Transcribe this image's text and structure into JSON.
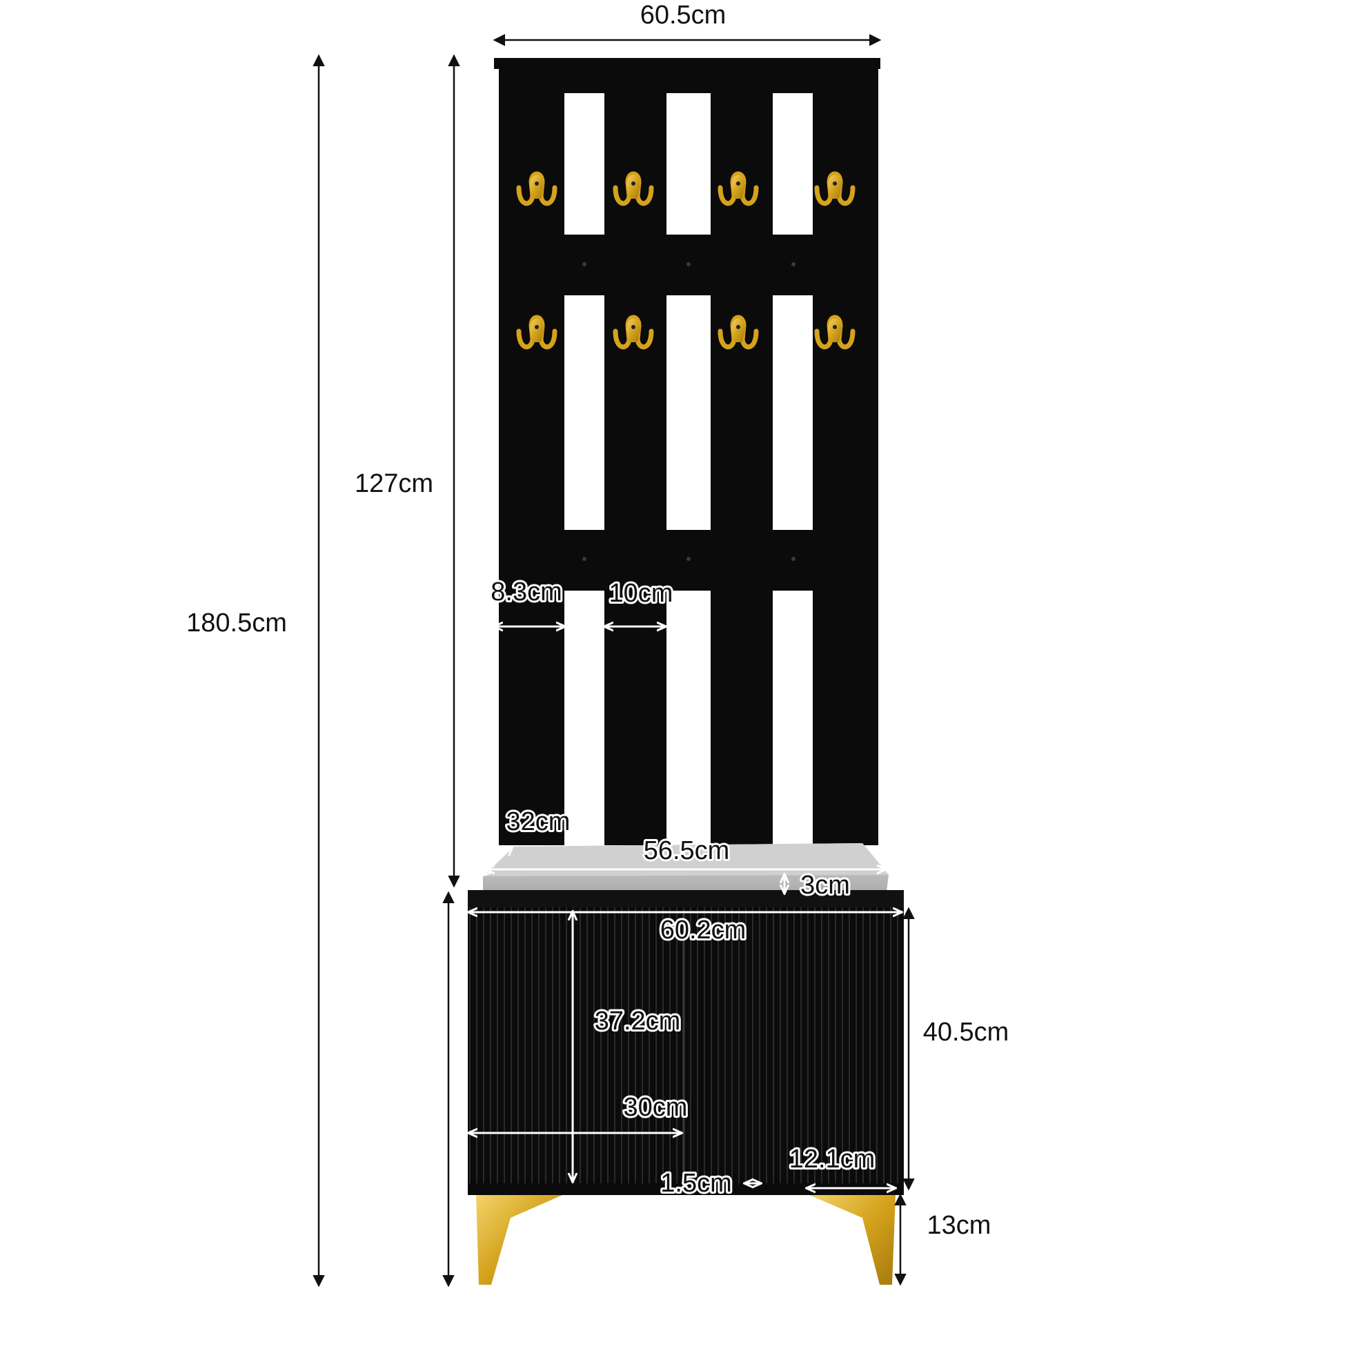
{
  "colors": {
    "frame": "#0b0b0b",
    "cushion": "#c9c9c9",
    "gold": "#d4a21c",
    "dimension_line": "#111111"
  },
  "parts": {
    "hooks_count": 8,
    "door_count": 2,
    "leg_count": 2
  },
  "dimensions": {
    "overall_width": "60.5cm",
    "overall_height": "180.5cm",
    "back_panel_height": "127cm",
    "side_panel_width": "8.3cm",
    "slat_width": "10cm",
    "seat_depth": "32cm",
    "cushion_width": "56.5cm",
    "cushion_thickness": "3cm",
    "cabinet_width": "60.2cm",
    "cabinet_height": "40.5cm",
    "interior_height": "37.2cm",
    "interior_width": "30cm",
    "leg_width": "12.1cm",
    "bottom_panel": "1.5cm",
    "leg_height": "13cm"
  }
}
